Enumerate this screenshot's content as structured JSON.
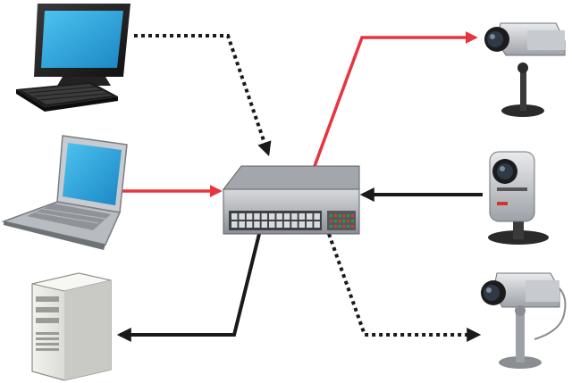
{
  "diagram": {
    "nodes": [
      {
        "id": "desktop",
        "icon": "desktop-computer-icon"
      },
      {
        "id": "laptop",
        "icon": "laptop-icon"
      },
      {
        "id": "server",
        "icon": "server-tower-icon"
      },
      {
        "id": "switch",
        "icon": "network-switch-icon"
      },
      {
        "id": "camera-top",
        "icon": "security-camera-icon"
      },
      {
        "id": "camera-middle",
        "icon": "dome-network-camera-icon"
      },
      {
        "id": "camera-bottom",
        "icon": "security-camera-icon"
      }
    ],
    "connections": [
      {
        "from": "desktop",
        "to": "switch",
        "style": "dotted",
        "color": "#1a1a1a"
      },
      {
        "from": "laptop",
        "to": "switch",
        "style": "solid",
        "color": "#e8343f"
      },
      {
        "from": "switch",
        "to": "server",
        "style": "solid",
        "color": "#1a1a1a"
      },
      {
        "from": "switch",
        "to": "camera-top",
        "style": "solid",
        "color": "#e8343f"
      },
      {
        "from": "camera-middle",
        "to": "switch",
        "style": "solid",
        "color": "#1a1a1a"
      },
      {
        "from": "switch",
        "to": "camera-bottom",
        "style": "dotted",
        "color": "#1a1a1a"
      }
    ],
    "colors": {
      "red_link": "#e8343f",
      "black_link": "#1a1a1a",
      "screen_blue": "#2aa6e0",
      "switch_gray": "#9a9ea3",
      "port_green": "#2f9a3a",
      "port_red": "#d83a3a"
    }
  }
}
